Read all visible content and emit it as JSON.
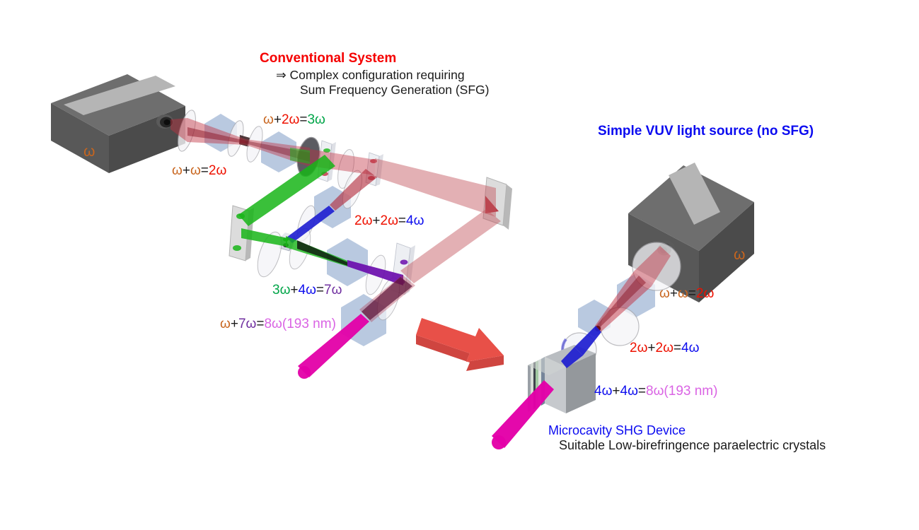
{
  "palette": {
    "orange": "#c8651e",
    "red": "#ee1100",
    "green": "#00a548",
    "blue": "#0d0dee",
    "purple": "#7030a0",
    "magenta": "#da64e4",
    "black": "#1a1a1a",
    "title_red": "#f50000",
    "title_blue": "#0b0bf0"
  },
  "conventional": {
    "title": "Conventional System",
    "subtitle_line1": "⇒ Complex configuration requiring",
    "subtitle_line2": "Sum Frequency Generation (SFG)",
    "laser_label": "ω",
    "formula_2w": {
      "parts": [
        {
          "text": "ω",
          "color": "#c8651e"
        },
        {
          "text": "+",
          "color": "#1a1a1a"
        },
        {
          "text": "ω",
          "color": "#c8651e"
        },
        {
          "text": "=",
          "color": "#1a1a1a"
        },
        {
          "text": "2ω",
          "color": "#ee1100"
        }
      ]
    },
    "formula_3w": {
      "parts": [
        {
          "text": "ω",
          "color": "#c8651e"
        },
        {
          "text": "+",
          "color": "#1a1a1a"
        },
        {
          "text": "2ω",
          "color": "#ee1100"
        },
        {
          "text": "=",
          "color": "#1a1a1a"
        },
        {
          "text": "3ω",
          "color": "#00a548"
        }
      ]
    },
    "formula_4w": {
      "parts": [
        {
          "text": "2ω",
          "color": "#ee1100"
        },
        {
          "text": "+",
          "color": "#1a1a1a"
        },
        {
          "text": "2ω",
          "color": "#ee1100"
        },
        {
          "text": "=",
          "color": "#1a1a1a"
        },
        {
          "text": "4ω",
          "color": "#0d0dee"
        }
      ]
    },
    "formula_7w": {
      "parts": [
        {
          "text": "3ω",
          "color": "#00a548"
        },
        {
          "text": "+",
          "color": "#1a1a1a"
        },
        {
          "text": "4ω",
          "color": "#0d0dee"
        },
        {
          "text": "=",
          "color": "#1a1a1a"
        },
        {
          "text": "7ω",
          "color": "#7030a0"
        }
      ]
    },
    "formula_8w": {
      "parts": [
        {
          "text": "ω",
          "color": "#c8651e"
        },
        {
          "text": "+",
          "color": "#1a1a1a"
        },
        {
          "text": "7ω",
          "color": "#7030a0"
        },
        {
          "text": "=",
          "color": "#1a1a1a"
        },
        {
          "text": "8ω(193 nm)",
          "color": "#da64e4"
        }
      ]
    }
  },
  "simple": {
    "title": "Simple VUV light source (no SFG)",
    "laser_label": "ω",
    "formula_2w": {
      "parts": [
        {
          "text": "ω",
          "color": "#c8651e"
        },
        {
          "text": "+",
          "color": "#1a1a1a"
        },
        {
          "text": "ω",
          "color": "#c8651e"
        },
        {
          "text": "=",
          "color": "#1a1a1a"
        },
        {
          "text": "2ω",
          "color": "#ee1100"
        }
      ]
    },
    "formula_4w": {
      "parts": [
        {
          "text": "2ω",
          "color": "#ee1100"
        },
        {
          "text": "+",
          "color": "#1a1a1a"
        },
        {
          "text": "2ω",
          "color": "#ee1100"
        },
        {
          "text": "=",
          "color": "#1a1a1a"
        },
        {
          "text": "4ω",
          "color": "#0d0dee"
        }
      ]
    },
    "formula_8w": {
      "parts": [
        {
          "text": "4ω",
          "color": "#0d0dee"
        },
        {
          "text": "+",
          "color": "#1a1a1a"
        },
        {
          "text": "4ω",
          "color": "#0d0dee"
        },
        {
          "text": "=",
          "color": "#1a1a1a"
        },
        {
          "text": "8ω(193 nm)",
          "color": "#da64e4"
        }
      ]
    },
    "device_label": "Microcavity SHG Device",
    "device_note": "Suitable Low-birefringence paraelectric crystals"
  }
}
